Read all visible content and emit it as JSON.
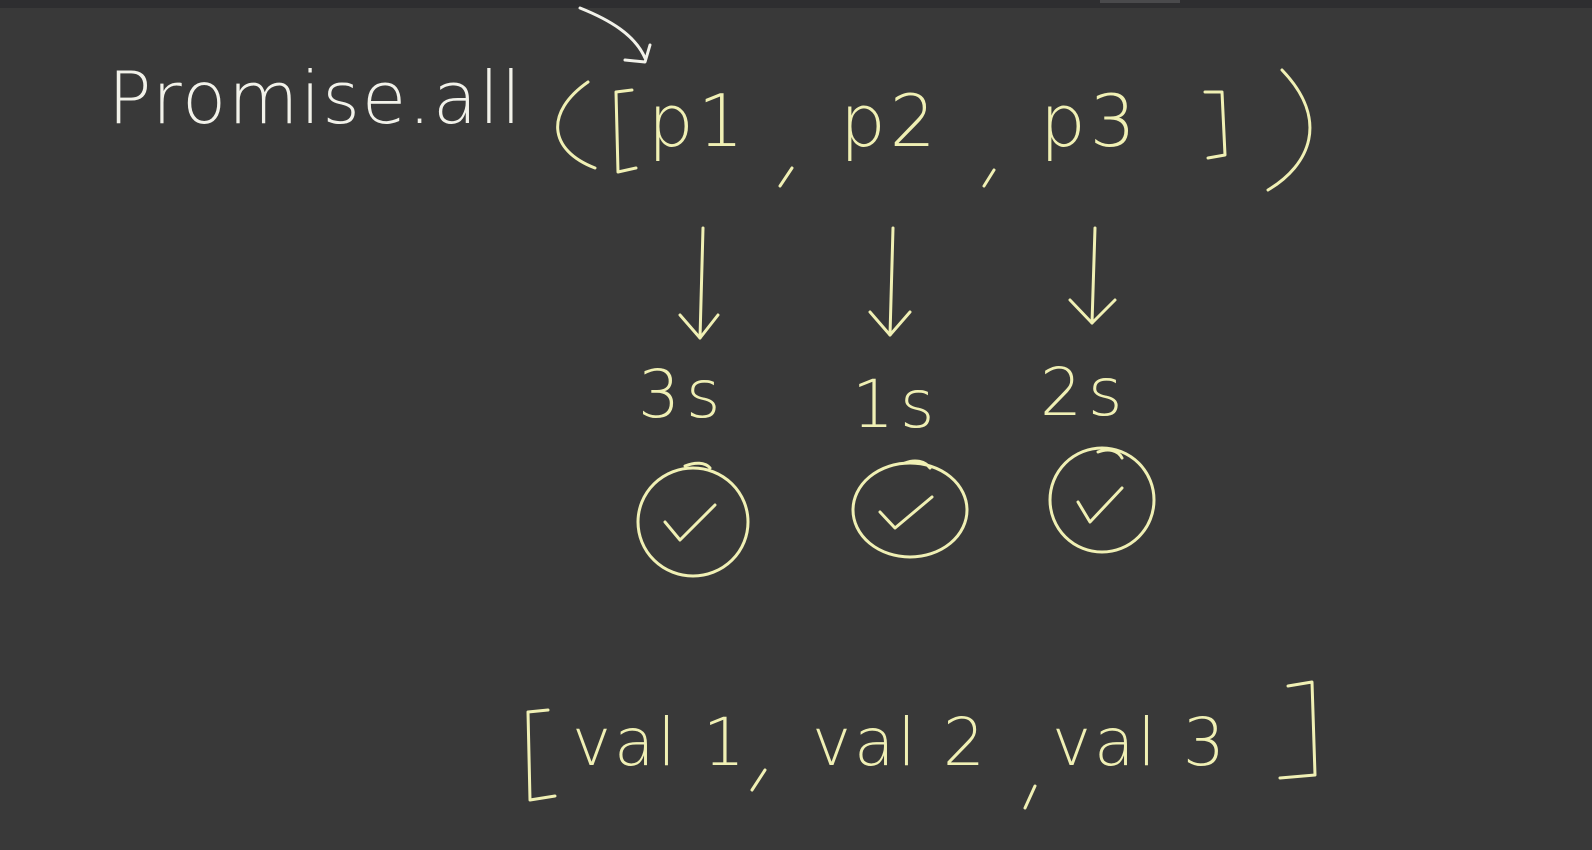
{
  "title": "Promise.all",
  "promises": [
    "p1",
    "p2",
    "p3"
  ],
  "durations": [
    "3s",
    "1s",
    "2s"
  ],
  "status_icon": "check-circle-icon",
  "results": [
    "val 1",
    "val 2",
    "val 3"
  ],
  "colors": {
    "background": "#393939",
    "white_ink": "#f2f2ea",
    "yellow_ink": "#f0f0b4"
  }
}
